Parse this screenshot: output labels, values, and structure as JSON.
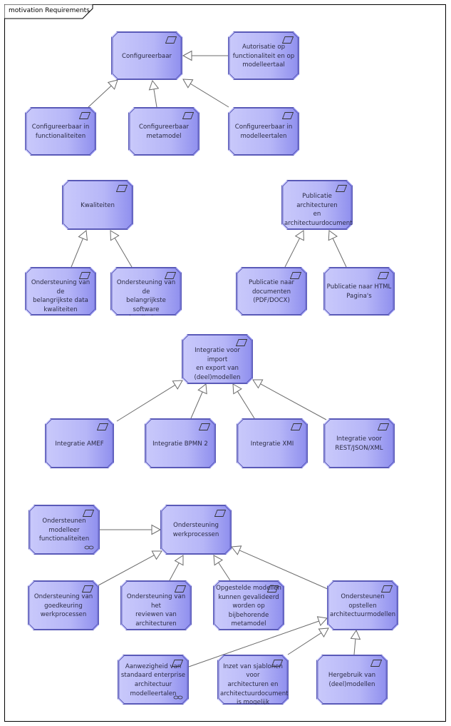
{
  "diagram": {
    "title": "motivation Requirements",
    "requirements": [
      {
        "id": "configureerbaar",
        "label": "Configureerbaar"
      },
      {
        "id": "autorisatie",
        "label": "Autorisatie op\nfunctionaliteit en op\nmodelleertaal"
      },
      {
        "id": "conf-functionaliteiten",
        "label": "Configureerbaar in\nfunctionaliteiten"
      },
      {
        "id": "conf-metamodel",
        "label": "Configureerbaar\nmetamodel"
      },
      {
        "id": "conf-modelleertalen",
        "label": "Configureerbaar in\nmodelleertalen"
      },
      {
        "id": "kwaliteiten",
        "label": "Kwaliteiten"
      },
      {
        "id": "publicatie",
        "label": "Publicatie architecturen\nen\narchitectuurdocumenten"
      },
      {
        "id": "ondersteuning-data",
        "label": "Ondersteuning van de\nbelangrijkste data\nkwaliteiten"
      },
      {
        "id": "ondersteuning-software",
        "label": "Ondersteuning van de\nbelangrijkste software\nkwaliteiten"
      },
      {
        "id": "publicatie-documenten",
        "label": "Publicatie naar\ndocumenten\n(PDF/DOCX)"
      },
      {
        "id": "publicatie-html",
        "label": "Publicatie naar HTML\nPagina's"
      },
      {
        "id": "integratie",
        "label": "Integratie voor import\nen export van\n(deel)modellen"
      },
      {
        "id": "integratie-amef",
        "label": "Integratie AMEF"
      },
      {
        "id": "integratie-bpmn",
        "label": "Integratie BPMN 2"
      },
      {
        "id": "integratie-xmi",
        "label": "Integratie XMI"
      },
      {
        "id": "integratie-rest",
        "label": "Integratie voor\nREST/JSON/XML"
      },
      {
        "id": "ondersteunen-modelleer",
        "label": "Ondersteunen\nmodelleer\nfunctionaliteiten"
      },
      {
        "id": "ondersteuning-werkprocessen",
        "label": "Ondersteuning\nwerkprocessen"
      },
      {
        "id": "ondersteuning-goedkeuring",
        "label": "Ondersteuning van\ngoedkeuring\nwerkprocessen"
      },
      {
        "id": "ondersteuning-reviewen",
        "label": "Ondersteuning van het\nreviewen van\narchitecturen"
      },
      {
        "id": "opgestelde-modellen",
        "label": "Opgestelde modellen\nkunnen gevalideerd\nworden op\nbijbehorende\nmetamodel"
      },
      {
        "id": "ondersteunen-opstellen",
        "label": "Ondersteunen\nopstellen\narchitectuurmodellen"
      },
      {
        "id": "aanwezigheid",
        "label": "Aanwezigheid van\nstandaard enterprise\narchitectuur\nmodelleertalen"
      },
      {
        "id": "inzet-sjablonen",
        "label": "Inzet van sjablonen voor\narchitecturen en\narchitectuurdocumenten\nis mogelijk"
      },
      {
        "id": "hergebruik",
        "label": "Hergebruik van\n(deel)modellen"
      }
    ],
    "relations": [
      {
        "from": "autorisatie",
        "to": "configureerbaar"
      },
      {
        "from": "conf-functionaliteiten",
        "to": "configureerbaar"
      },
      {
        "from": "conf-metamodel",
        "to": "configureerbaar"
      },
      {
        "from": "conf-modelleertalen",
        "to": "configureerbaar"
      },
      {
        "from": "ondersteuning-data",
        "to": "kwaliteiten"
      },
      {
        "from": "ondersteuning-software",
        "to": "kwaliteiten"
      },
      {
        "from": "publicatie-documenten",
        "to": "publicatie"
      },
      {
        "from": "publicatie-html",
        "to": "publicatie"
      },
      {
        "from": "integratie-amef",
        "to": "integratie"
      },
      {
        "from": "integratie-bpmn",
        "to": "integratie"
      },
      {
        "from": "integratie-xmi",
        "to": "integratie"
      },
      {
        "from": "integratie-rest",
        "to": "integratie"
      },
      {
        "from": "ondersteunen-modelleer",
        "to": "ondersteuning-werkprocessen"
      },
      {
        "from": "ondersteuning-goedkeuring",
        "to": "ondersteuning-werkprocessen"
      },
      {
        "from": "ondersteuning-reviewen",
        "to": "ondersteuning-werkprocessen"
      },
      {
        "from": "opgestelde-modellen",
        "to": "ondersteuning-werkprocessen"
      },
      {
        "from": "ondersteunen-opstellen",
        "to": "ondersteuning-werkprocessen"
      },
      {
        "from": "aanwezigheid",
        "to": "ondersteunen-opstellen"
      },
      {
        "from": "inzet-sjablonen",
        "to": "ondersteunen-opstellen"
      },
      {
        "from": "hergebruik",
        "to": "ondersteunen-opstellen"
      }
    ],
    "colors": {
      "fill_light": "#c9c9fb",
      "fill_dark": "#8f8fee",
      "border": "#5a5ab8",
      "text": "#2b2b44",
      "edge": "#6b6b6b"
    },
    "icons": {
      "requirement": "requirement-parallelogram-icon",
      "link": "link-chain-icon"
    }
  }
}
